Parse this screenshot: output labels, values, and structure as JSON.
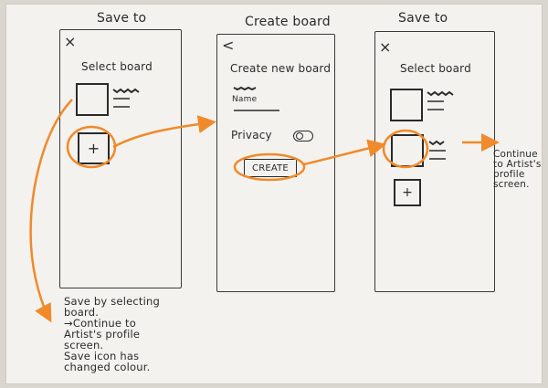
{
  "titles": {
    "left": "Save to",
    "middle": "Create board",
    "right": "Save  to"
  },
  "left": {
    "close_icon": "×",
    "select_board": "Select board"
  },
  "middle": {
    "back_icon": "<",
    "create_new_board": "Create new board",
    "name_label": "Name",
    "privacy_label": "Privacy",
    "create_button": "CREATE"
  },
  "right": {
    "close_icon": "×",
    "select_board": "Select board"
  },
  "notes": {
    "left_bottom": [
      "Save by selecting",
      "board.",
      "→Continue to",
      "Artist's profile",
      "screen.",
      "Save icon has",
      "changed colour."
    ],
    "right": [
      "Continue",
      "to Artist's",
      "profile",
      "screen."
    ]
  },
  "colors": {
    "accent": "#F08A2B"
  }
}
